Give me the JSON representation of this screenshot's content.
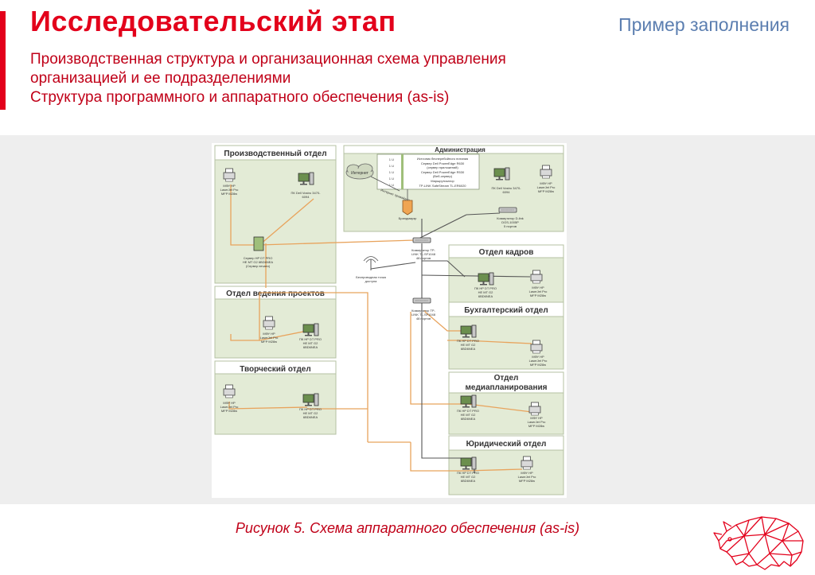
{
  "header": {
    "title": "Исследовательский этап",
    "badge": "Пример заполнения",
    "subtitle_lines": [
      "Производственная структура и организационная схема управления",
      "организацией и ее подразделениями",
      "Структура программного и аппаратного обеспечения (as-is)"
    ]
  },
  "diagram": {
    "departments": {
      "production": "Производственный отдел",
      "admin": "Администрация",
      "hr": "Отдел кадров",
      "projects": "Отдел ведения проектов",
      "accounting": "Бухгалтерский отдел",
      "creative": "Творческий отдел",
      "media_line1": "Отдел",
      "media_line2": "медиапланирования",
      "legal": "Юридический отдел"
    },
    "rack": {
      "units": [
        "1 U",
        "1 U",
        "1 U",
        "1 U",
        "1 U"
      ],
      "items": [
        "Источник бесперебойного питания",
        "Сервер Dell PowerEdge R630",
        "(сервер приложений)",
        "Сервер Dell PowerEdge R530",
        "(Веб-сервер)",
        "Маршрутизатор",
        "TP-LINK SafeStream TL-ER6020"
      ]
    },
    "cloud": "Интернет",
    "cloud_link": "Интернет провайдер",
    "firewall": "Брандмауэр",
    "admin_pc": [
      "ПК Dell Vostro 3470-",
      "6094"
    ],
    "admin_switch": [
      "Коммутатор D-link",
      "DGS-1005P",
      "5 портов"
    ],
    "wifi": [
      "Беспроводная точка",
      "доступа"
    ],
    "switch1": [
      "Коммутатор TP-",
      "LINK TL-SF1048",
      "48 портов"
    ],
    "switch2": [
      "Коммутатор TP-",
      "LINK TL-SF1048",
      "48 портов"
    ],
    "server": [
      "Сервер HP DT PRO",
      "HE MT G2 6BD6NEA",
      "(Сервер печати)"
    ],
    "prod_pc": [
      "ПК Dell Vostro 3470-",
      "6094"
    ],
    "printer": [
      "МФУ HP",
      "LaserJet Pro",
      "MFP M28w"
    ],
    "pc_hp": [
      "ПК HP DT PRO",
      "HE MT G2",
      "6BD6NEA"
    ]
  },
  "caption": "Рисунок 5. Схема аппаратного обеспечения (as-is)",
  "colors": {
    "accent": "#e3001b",
    "badge": "#5b7eb0",
    "caption": "#c00018",
    "dept_fill": "#e3ebd6",
    "orange_cable": "#e8a35c",
    "dark_cable": "#555555"
  },
  "icons": [
    "printer-icon",
    "pc-icon",
    "switch-icon",
    "server-icon",
    "cloud-icon",
    "firewall-icon",
    "wifi-icon",
    "rhino-logo"
  ]
}
